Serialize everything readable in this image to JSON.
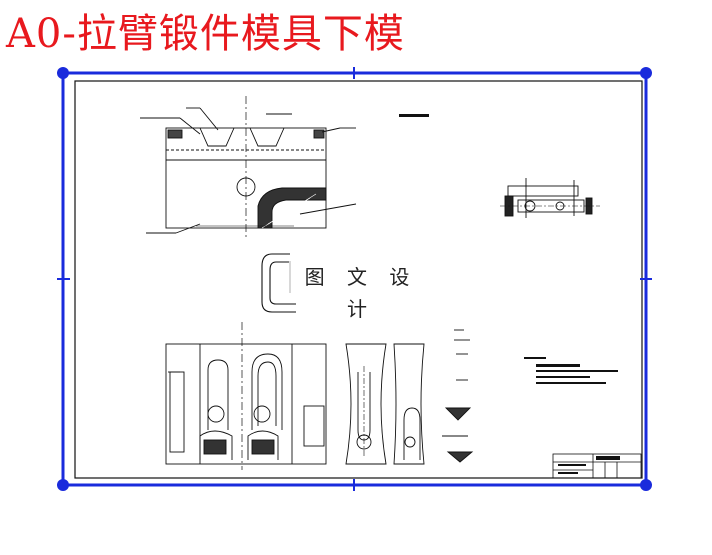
{
  "title": "A0-拉臂锻件模具下模",
  "watermark": "图 文 设 计",
  "colors": {
    "title": "#e8191e",
    "frame": "#1a2bdc",
    "line": "#111111"
  },
  "icons": {
    "corner_handle": "filled-circle",
    "edge_handle": "tick-mark"
  }
}
